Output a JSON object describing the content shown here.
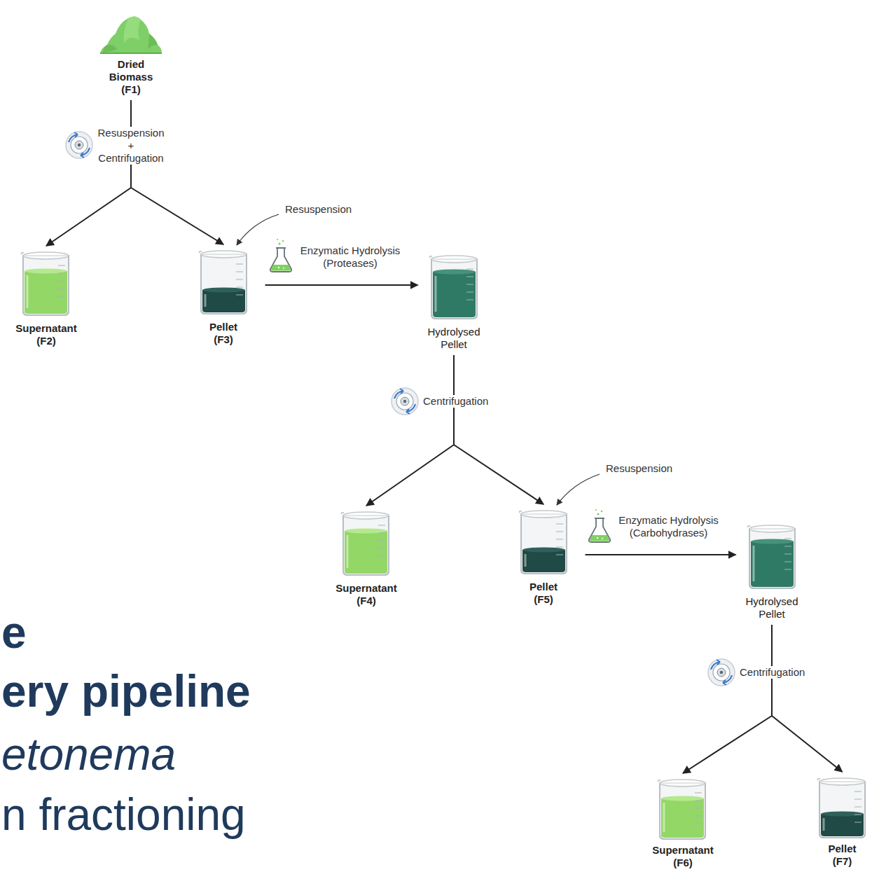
{
  "diagram": {
    "nodes": [
      {
        "text": [
          "Dried Biomass (F1)"
        ]
      },
      {
        "text": [
          "Supernatant (F2)"
        ]
      },
      {
        "text": [
          "Pellet (F3)"
        ]
      },
      {
        "text": [
          "Hydrolysed Pellet"
        ]
      },
      {
        "text": [
          "Supernatant (F4)"
        ]
      },
      {
        "text": [
          "Pellet (F5)"
        ]
      },
      {
        "text": [
          "Hydrolysed Pellet"
        ]
      },
      {
        "text": [
          "Supernatant (F6)"
        ]
      },
      {
        "text": [
          "Pellet (F7)"
        ]
      }
    ],
    "edges": [
      {
        "from": 0,
        "to": 1,
        "arrow": "to"
      },
      {
        "from": 0,
        "to": 2,
        "arrow": "to"
      },
      {
        "from": 2,
        "to": 3,
        "label": "Enzymatic Hydrolysis (Proteases)",
        "arrow": "to"
      },
      {
        "from": 3,
        "to": 4,
        "arrow": "to"
      },
      {
        "from": 3,
        "to": 5,
        "arrow": "to"
      },
      {
        "from": 5,
        "to": 6,
        "label": "Enzymatic Hydrolysis (Carbohydrases)",
        "arrow": "to"
      },
      {
        "from": 6,
        "to": 7,
        "arrow": "to"
      },
      {
        "from": 6,
        "to": 8,
        "arrow": "to"
      }
    ],
    "labels": [
      "Resuspension + Centrifugation",
      "Resuspension",
      "Centrifugation",
      "Resuspension",
      "Centrifugation",
      "e",
      "ery pipeline",
      "etonema",
      "n fractioning"
    ]
  }
}
